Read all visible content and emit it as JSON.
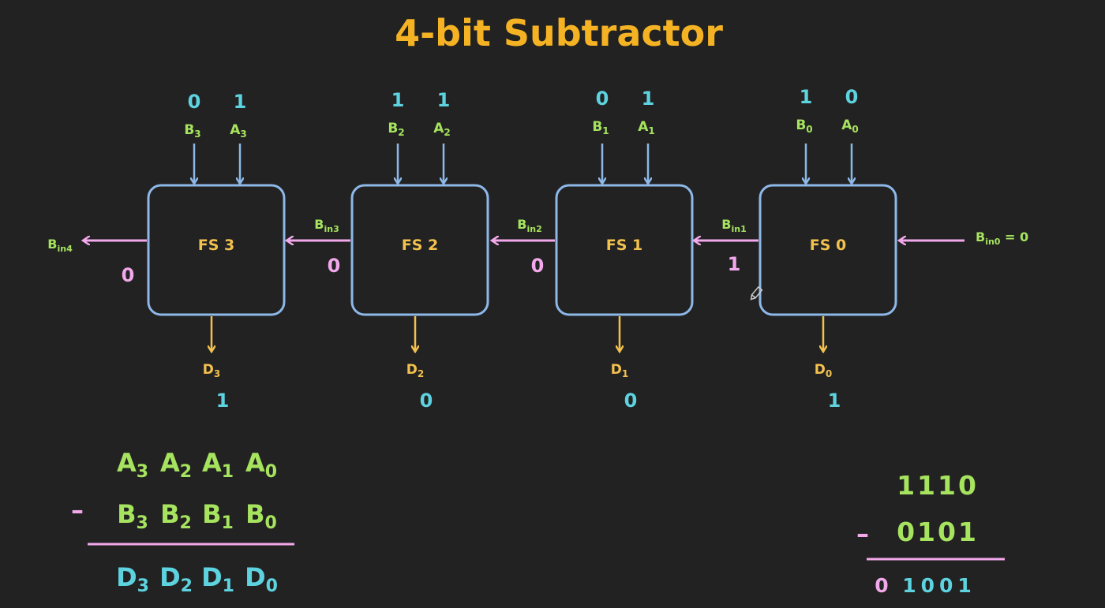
{
  "title": "4-bit Subtractor",
  "colors": {
    "background": "#222222",
    "title": "#F5B324",
    "input_label": "#A6E35E",
    "output_label": "#F2C14E",
    "bit_value": "#5ED3E0",
    "borrow": "#F3A8EC",
    "box_stroke": "#8DB8E8"
  },
  "stages": [
    {
      "name": "FS 3",
      "b_label": "B",
      "b_sub": "3",
      "a_label": "A",
      "a_sub": "3",
      "b_value": "0",
      "a_value": "1",
      "d_label": "D",
      "d_sub": "3",
      "d_value": "1"
    },
    {
      "name": "FS 2",
      "b_label": "B",
      "b_sub": "2",
      "a_label": "A",
      "a_sub": "2",
      "b_value": "1",
      "a_value": "1",
      "d_label": "D",
      "d_sub": "2",
      "d_value": "0"
    },
    {
      "name": "FS 1",
      "b_label": "B",
      "b_sub": "1",
      "a_label": "A",
      "a_sub": "1",
      "b_value": "0",
      "a_value": "1",
      "d_label": "D",
      "d_sub": "1",
      "d_value": "0"
    },
    {
      "name": "FS 0",
      "b_label": "B",
      "b_sub": "0",
      "a_label": "A",
      "a_sub": "0",
      "b_value": "1",
      "a_value": "0",
      "d_label": "D",
      "d_sub": "0",
      "d_value": "1"
    }
  ],
  "borrows": [
    {
      "label": "B",
      "sub": "in4",
      "value": "0"
    },
    {
      "label": "B",
      "sub": "in3",
      "value": "0"
    },
    {
      "label": "B",
      "sub": "in2",
      "value": "0"
    },
    {
      "label": "B",
      "sub": "in1",
      "value": "1"
    }
  ],
  "borrow_in": {
    "label": "B",
    "sub": "in0",
    "suffix": " = 0"
  },
  "equation": {
    "row_a": [
      {
        "l": "A",
        "s": "3"
      },
      {
        "l": "A",
        "s": "2"
      },
      {
        "l": "A",
        "s": "1"
      },
      {
        "l": "A",
        "s": "0"
      }
    ],
    "row_b": [
      {
        "l": "B",
        "s": "3"
      },
      {
        "l": "B",
        "s": "2"
      },
      {
        "l": "B",
        "s": "1"
      },
      {
        "l": "B",
        "s": "0"
      }
    ],
    "row_d": [
      {
        "l": "D",
        "s": "3"
      },
      {
        "l": "D",
        "s": "2"
      },
      {
        "l": "D",
        "s": "1"
      },
      {
        "l": "D",
        "s": "0"
      }
    ],
    "minus": "–"
  },
  "example": {
    "minuend": "1110",
    "subtrahend": "0101",
    "minus": "–",
    "borrow_digit": "0",
    "result": "1001"
  }
}
